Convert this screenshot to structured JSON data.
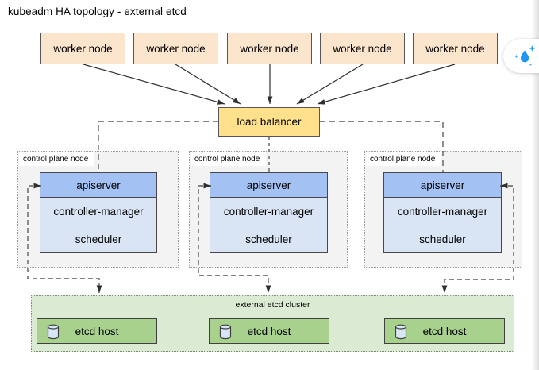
{
  "title": "kubeadm HA topology - external etcd",
  "workers": [
    {
      "label": "worker node"
    },
    {
      "label": "worker node"
    },
    {
      "label": "worker node"
    },
    {
      "label": "worker node"
    },
    {
      "label": "worker node"
    }
  ],
  "load_balancer": {
    "label": "load balancer"
  },
  "control_planes": [
    {
      "label": "control plane node",
      "components": [
        "apiserver",
        "controller-manager",
        "scheduler"
      ]
    },
    {
      "label": "control plane node",
      "components": [
        "apiserver",
        "controller-manager",
        "scheduler"
      ]
    },
    {
      "label": "control plane node",
      "components": [
        "apiserver",
        "controller-manager",
        "scheduler"
      ]
    }
  ],
  "etcd_cluster": {
    "label": "external etcd cluster",
    "hosts": [
      {
        "label": "etcd host",
        "icon": "database-cylinder-icon"
      },
      {
        "label": "etcd host",
        "icon": "database-cylinder-icon"
      },
      {
        "label": "etcd host",
        "icon": "database-cylinder-icon"
      }
    ]
  },
  "floating_widget": {
    "icon": "water-drop-sparkles-icon"
  },
  "colors": {
    "worker_fill": "#FCE5CD",
    "load_balancer_fill": "#FFE08C",
    "apiserver_fill": "#A3C1F2",
    "component_fill": "#D9E4F5",
    "control_plane_fill": "#F3F3F3",
    "etcd_cluster_fill": "#DBEBD3",
    "etcd_host_fill": "#A9D18E",
    "cylinder_fill": "#D7E6F5",
    "connector": "#5f5f5f",
    "widget_blue": "#2196F3"
  }
}
